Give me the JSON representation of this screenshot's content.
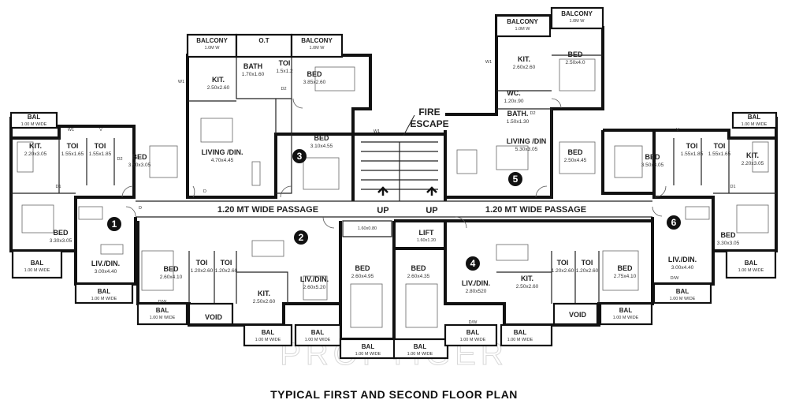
{
  "title": "TYPICAL FIRST AND SECOND FLOOR PLAN",
  "watermark": "PROPTIGER",
  "passage_label": "1.20 MT WIDE PASSAGE",
  "fire_escape": [
    "FIRE",
    "ESCAPE"
  ],
  "up_label": "UP",
  "lift": {
    "name": "LIFT",
    "dim": "1.60x1.20"
  },
  "lift_lobby_dim": "1.60x0.80",
  "void_label": "VOID",
  "unit_numbers": [
    "1",
    "2",
    "3",
    "4",
    "5",
    "6"
  ],
  "labels": [
    {
      "id": "u1-bal-top",
      "name": "BAL",
      "dim": "1.00 M WIDE"
    },
    {
      "id": "u1-kit",
      "name": "KIT.",
      "dim": "2.20x3.05"
    },
    {
      "id": "u1-toi-a",
      "name": "TOI",
      "dim": "1.55x1.65"
    },
    {
      "id": "u1-toi-b",
      "name": "TOI",
      "dim": "1.55x1.85"
    },
    {
      "id": "u1-bed-a",
      "name": "BED",
      "dim": "3.50x3.05"
    },
    {
      "id": "u1-bed-b",
      "name": "BED",
      "dim": "3.30x3.05"
    },
    {
      "id": "u1-liv",
      "name": "LIV./DIN.",
      "dim": "3.00x4.40"
    },
    {
      "id": "u1-bal-a",
      "name": "BAL",
      "dim": "1.00 M WIDE"
    },
    {
      "id": "u1-bal-b",
      "name": "BAL",
      "dim": "1.00 M WIDE"
    },
    {
      "id": "u3-balc-a",
      "name": "BALCONY",
      "dim": "1.0M W"
    },
    {
      "id": "u3-ot",
      "name": "O.T",
      "dim": ""
    },
    {
      "id": "u3-balc-b",
      "name": "BALCONY",
      "dim": "1.0M W"
    },
    {
      "id": "u3-kit",
      "name": "KIT.",
      "dim": "2.50x2.60"
    },
    {
      "id": "u3-bath",
      "name": "BATH",
      "dim": "1.70x1.60"
    },
    {
      "id": "u3-toi",
      "name": "TOI",
      "dim": "1.5x1.2"
    },
    {
      "id": "u3-bed-a",
      "name": "BED",
      "dim": "3.85x2.60"
    },
    {
      "id": "u3-bed-b",
      "name": "BED",
      "dim": "3.10x4.55"
    },
    {
      "id": "u3-liv",
      "name": "LIVING /DIN.",
      "dim": "4.70x4.45"
    },
    {
      "id": "u2-bed",
      "name": "BED",
      "dim": "2.60x4.10"
    },
    {
      "id": "u2-toi-a",
      "name": "TOI",
      "dim": "1.20x2.60"
    },
    {
      "id": "u2-toi-b",
      "name": "TOI",
      "dim": "1.20x2.60"
    },
    {
      "id": "u2-kit",
      "name": "KIT.",
      "dim": "2.50x2.60"
    },
    {
      "id": "u2-liv",
      "name": "LIV./DIN.",
      "dim": "2.60x5.20"
    },
    {
      "id": "u2-bed-b",
      "name": "BED",
      "dim": "2.60x4.95"
    },
    {
      "id": "u2-bal-a",
      "name": "BAL",
      "dim": "1.00 M WIDE"
    },
    {
      "id": "u2-bal-b",
      "name": "BAL",
      "dim": "1.00 M WIDE"
    },
    {
      "id": "u2-bal-c",
      "name": "BAL",
      "dim": "1.00 M WIDE"
    },
    {
      "id": "u2-bal-d",
      "name": "BAL",
      "dim": "1.00 M WIDE"
    },
    {
      "id": "u4-bed",
      "name": "BED",
      "dim": "2.60x4.35"
    },
    {
      "id": "u4-liv",
      "name": "LIV./DIN.",
      "dim": "2.80x520"
    },
    {
      "id": "u4-kit",
      "name": "KIT.",
      "dim": "2.50x2.60"
    },
    {
      "id": "u4-toi-a",
      "name": "TOI",
      "dim": "1.20x2.60"
    },
    {
      "id": "u4-toi-b",
      "name": "TOI",
      "dim": "1.20x2.60"
    },
    {
      "id": "u4-bed-b",
      "name": "BED",
      "dim": "2.75x4.10"
    },
    {
      "id": "u4-bal-a",
      "name": "BAL",
      "dim": "1.00 M WIDE"
    },
    {
      "id": "u4-bal-b",
      "name": "BAL",
      "dim": "1.00 M WIDE"
    },
    {
      "id": "u4-bal-c",
      "name": "BAL",
      "dim": "1.00 M WIDE"
    },
    {
      "id": "u4-bal-d",
      "name": "BAL",
      "dim": "1.00 M WIDE"
    },
    {
      "id": "u5-balc-a",
      "name": "BALCONY",
      "dim": "1.0M W"
    },
    {
      "id": "u5-balc-b",
      "name": "BALCONY",
      "dim": "1.0M W"
    },
    {
      "id": "u5-kit",
      "name": "KIT.",
      "dim": "2.60x2.60"
    },
    {
      "id": "u5-bed-a",
      "name": "BED",
      "dim": "2.50x4.0"
    },
    {
      "id": "u5-wc",
      "name": "WC.",
      "dim": "1.20x.90"
    },
    {
      "id": "u5-bath",
      "name": "BATH.",
      "dim": "1.50x1.30"
    },
    {
      "id": "u5-liv",
      "name": "LIVING /DIN",
      "dim": "5.30x3.05"
    },
    {
      "id": "u5-bed-b",
      "name": "BED",
      "dim": "2.50x4.45"
    },
    {
      "id": "u6-bal-top",
      "name": "BAL",
      "dim": "1.00 M WIDE"
    },
    {
      "id": "u6-kit",
      "name": "KIT.",
      "dim": "2.20x3.05"
    },
    {
      "id": "u6-toi-a",
      "name": "TOI",
      "dim": "1.55x1.85"
    },
    {
      "id": "u6-toi-b",
      "name": "TOI",
      "dim": "1.55x1.65"
    },
    {
      "id": "u6-bed-a",
      "name": "BED",
      "dim": "3.50x3.05"
    },
    {
      "id": "u6-bed-b",
      "name": "BED",
      "dim": "3.30x3.05"
    },
    {
      "id": "u6-liv",
      "name": "LIV./DIN.",
      "dim": "3.00x4.40"
    },
    {
      "id": "u6-bal-a",
      "name": "BAL",
      "dim": "1.00 M WIDE"
    },
    {
      "id": "u6-bal-b",
      "name": "BAL",
      "dim": "1.00 M WIDE"
    }
  ],
  "door_codes": [
    "D",
    "D1",
    "D2",
    "W",
    "W1",
    "V",
    "D/W"
  ]
}
